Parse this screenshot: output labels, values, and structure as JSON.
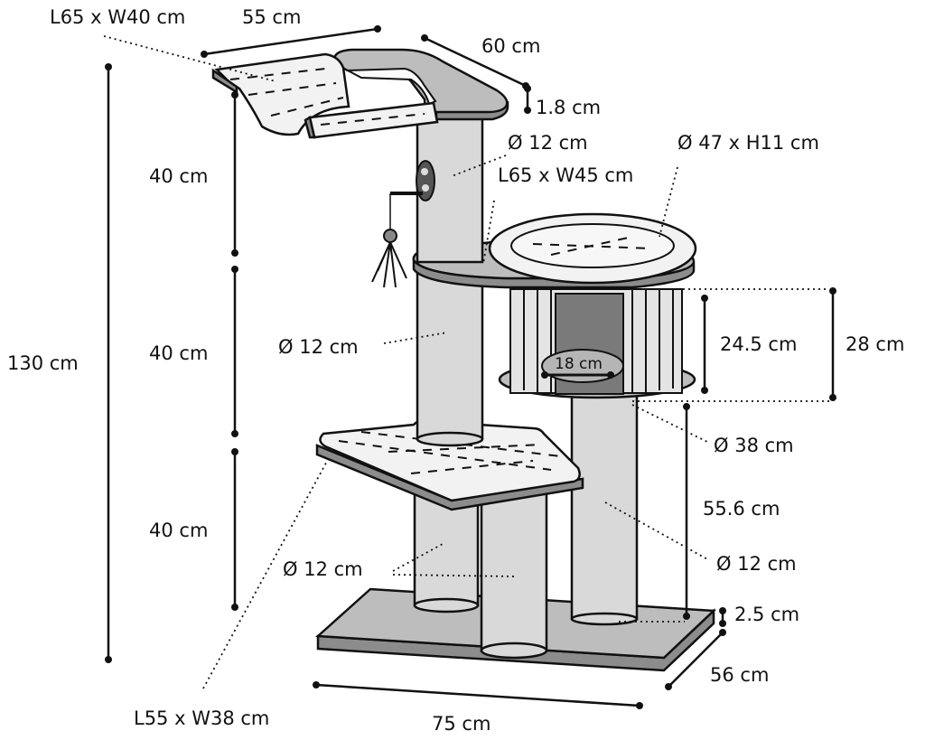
{
  "diagram": {
    "top_platform_size": "L65 x W40 cm",
    "top_width": "55 cm",
    "top_depth": "60 cm",
    "top_thickness": "1.8 cm",
    "post_top_diameter": "Ø 12 cm",
    "middle_platform_size": "L65 x W45 cm",
    "bed_size": "Ø 47 x H11 cm",
    "height_segment_1": "40 cm",
    "height_segment_2": "40 cm",
    "height_segment_3": "40 cm",
    "total_height": "130 cm",
    "post_middle_diameter": "Ø 12 cm",
    "cave_inner_height": "24.5 cm",
    "cave_total_height": "28 cm",
    "cave_opening": "18 cm",
    "cave_diameter": "Ø 38 cm",
    "right_post_height": "55.6 cm",
    "right_post_diameter": "Ø 12 cm",
    "lower_posts_diameter": "Ø 12 cm",
    "base_thickness": "2.5 cm",
    "base_depth": "56 cm",
    "base_width": "75 cm",
    "lower_platform_size": "L55 x W38 cm"
  }
}
